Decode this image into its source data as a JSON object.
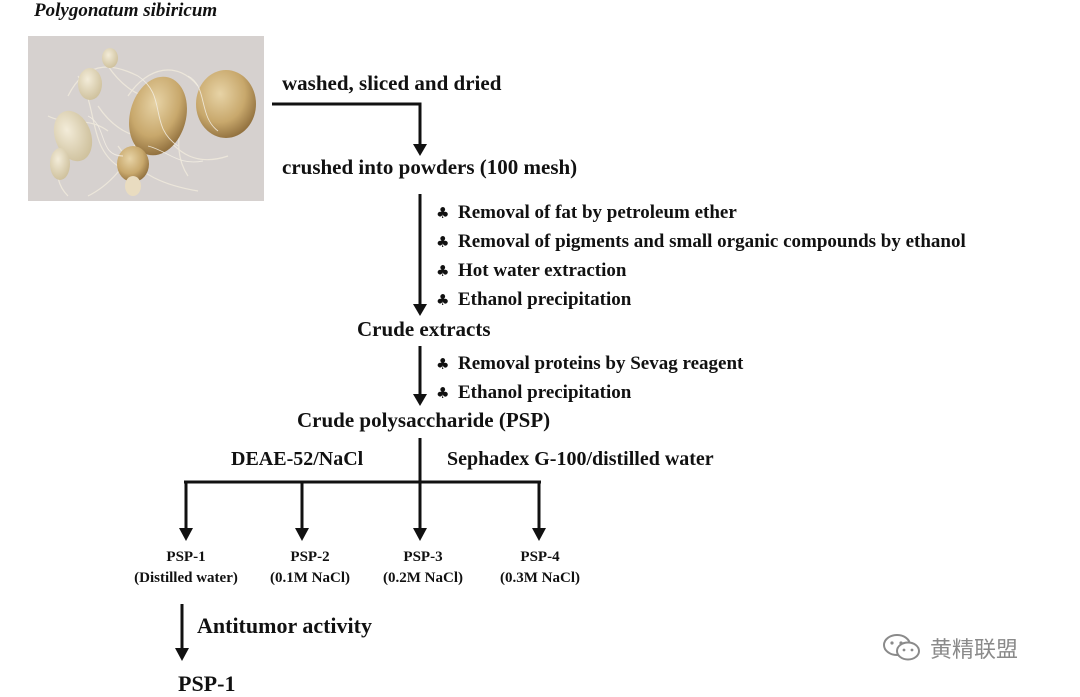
{
  "figure": {
    "title": "Polygonatum sibiricum",
    "steps": {
      "step1": "washed, sliced and dried",
      "step2": "crushed into powders (100 mesh)",
      "step3": "Crude extracts",
      "step4": "Crude polysaccharide (PSP)"
    },
    "bullets_a": [
      "Removal of fat by petroleum ether",
      "Removal of pigments and small organic compounds by ethanol",
      "Hot water extraction",
      "Ethanol precipitation"
    ],
    "bullets_b": [
      "Removal proteins by Sevag reagent",
      "Ethanol precipitation"
    ],
    "bullet_symbol": "♣",
    "methods": {
      "left": "DEAE-52/NaCl",
      "right": "Sephadex G-100/distilled water"
    },
    "fractions": [
      {
        "name": "PSP-1",
        "condition": "(Distilled water)"
      },
      {
        "name": "PSP-2",
        "condition": "(0.1M NaCl)"
      },
      {
        "name": "PSP-3",
        "condition": "(0.2M NaCl)"
      },
      {
        "name": "PSP-4",
        "condition": "(0.3M NaCl)"
      }
    ],
    "activity": "Antitumor activity",
    "result": "PSP-1"
  },
  "watermark": {
    "text": "黄精联盟",
    "icon": "wechat-icon"
  },
  "colors": {
    "ink": "#111111",
    "watermark": "#8a8a8a"
  }
}
